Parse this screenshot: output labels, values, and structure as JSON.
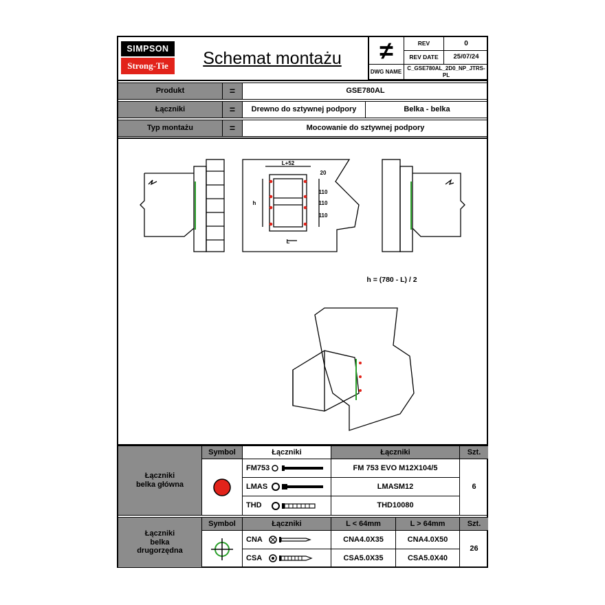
{
  "header": {
    "logo_top": "SIMPSON",
    "logo_bottom": "Strong-Tie",
    "title": "Schemat montażu",
    "not_equal_symbol": "≠",
    "rev_label": "REV",
    "rev_value": "0",
    "rev_date_label": "REV DATE",
    "rev_date_value": "25/07/24",
    "dwg_name_label": "DWG NAME",
    "dwg_name_value": "C_GSE780AL_2D0_NP_JTRS-PL"
  },
  "info": {
    "produkt_label": "Produkt",
    "produkt_value": "GSE780AL",
    "laczniki_label": "Łączniki",
    "laczniki_value_1": "Drewno do sztywnej podpory",
    "laczniki_value_2": "Belka - belka",
    "typ_label": "Typ montażu",
    "typ_value": "Mocowanie do sztywnej podpory",
    "equals": "="
  },
  "drawing": {
    "dim_top": "L+52",
    "dim_20": "20",
    "dim_110a": "110",
    "dim_110b": "110",
    "dim_110c": "110",
    "dim_h": "h",
    "dim_L": "L",
    "formula": "h = (780 - L) / 2",
    "colors": {
      "red": "#e2231a",
      "green": "#2aa02a",
      "grey": "#8c8c8c"
    }
  },
  "table1": {
    "group_label_line1": "Łączniki",
    "group_label_line2": "belka główna",
    "symbol_header": "Symbol",
    "fasteners_header": "Łączniki",
    "fasteners_header_2": "Łączniki",
    "qty_header": "Szt.",
    "symbol_icon": "red-dot-icon",
    "rows": [
      {
        "code": "FM753",
        "name": "FM 753 EVO M12X104/5"
      },
      {
        "code": "LMAS",
        "name": "LMASM12"
      },
      {
        "code": "THD",
        "name": "THD10080"
      }
    ],
    "qty": "6"
  },
  "table2": {
    "group_label_line1": "Łączniki",
    "group_label_line2": "belka",
    "group_label_line3": "drugorzędna",
    "symbol_header": "Symbol",
    "fasteners_header": "Łączniki",
    "col_lt": "L < 64mm",
    "col_gt": "L > 64mm",
    "qty_header": "Szt.",
    "symbol_icon": "crosshair-icon",
    "rows": [
      {
        "code": "CNA",
        "lt": "CNA4.0X35",
        "gt": "CNA4.0X50"
      },
      {
        "code": "CSA",
        "lt": "CSA5.0X35",
        "gt": "CSA5.0X40"
      }
    ],
    "qty": "26"
  }
}
